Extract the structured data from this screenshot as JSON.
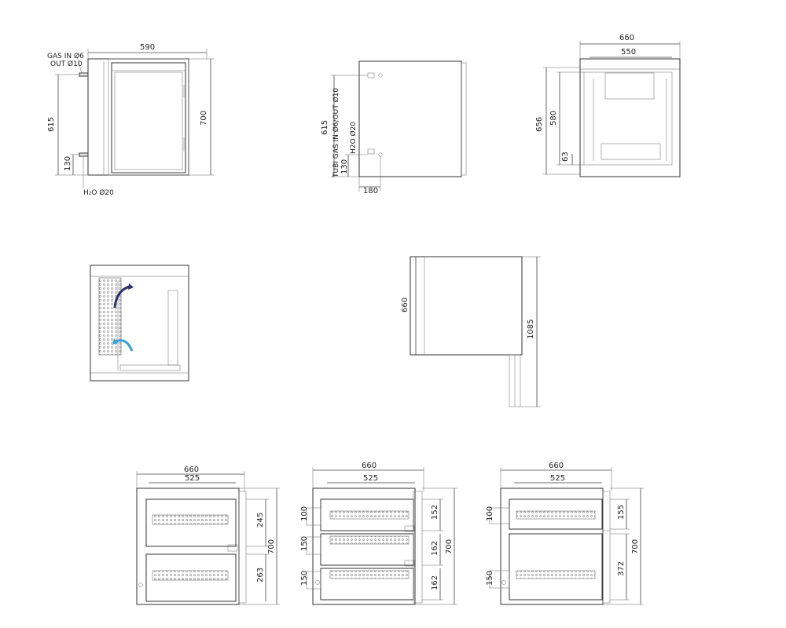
{
  "colors": {
    "arrow_dark": "#2d2f6b",
    "arrow_light": "#3aa0d8",
    "hatch": "#555555"
  },
  "front_view": {
    "width": "590",
    "height": "700",
    "left_height": "615",
    "low_height": "130",
    "gas_label_1": "GAS IN Ø6",
    "gas_label_2": "OUT Ø10",
    "water_label": "H₂O Ø20"
  },
  "side_view": {
    "height": "615",
    "low_height": "130",
    "depth": "180",
    "tubes_label": "TUBI GAS IN Ø6/OUT Ø10",
    "water_label": "H2O Ø20"
  },
  "top_view": {
    "outer_width": "660",
    "inner_width": "550",
    "outer_height": "656",
    "inner_height": "580",
    "small_height": "63"
  },
  "plan_view": {
    "height": "660",
    "length": "1085"
  },
  "variant_1": {
    "outer_width": "660",
    "inner_width": "525",
    "height": "700",
    "top_drawer": "245",
    "bottom_drawer": "263"
  },
  "variant_2": {
    "outer_width": "660",
    "inner_width": "525",
    "height": "700",
    "d1": "100",
    "d2": "150",
    "d3": "150",
    "r1": "152",
    "r2": "162",
    "r3": "162"
  },
  "variant_3": {
    "outer_width": "660",
    "inner_width": "525",
    "height": "700",
    "d1": "100",
    "d2": "150",
    "r1": "155",
    "r2": "372"
  }
}
